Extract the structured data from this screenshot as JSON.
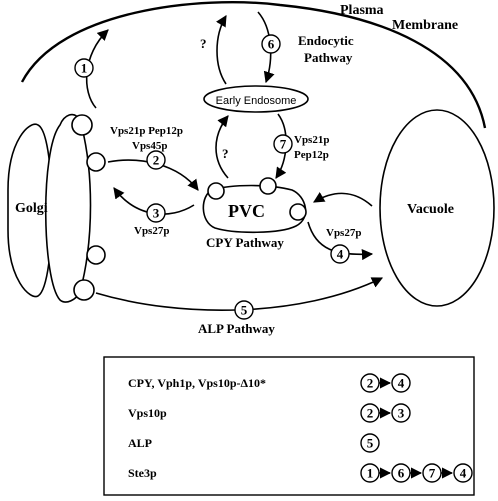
{
  "labels": {
    "plasma": "Plasma",
    "membrane": "Membrane",
    "endocytic": "Endocytic",
    "pathway": "Pathway",
    "early_endosome": "Early Endosome",
    "golgi": "Golgi",
    "pvc": "PVC",
    "cpy_pathway": "CPY Pathway",
    "vacuole": "Vacuole",
    "alp_pathway": "ALP Pathway",
    "vps21_pep12": "Vps21p Pep12p",
    "vps45": "Vps45p",
    "vps27_golgi": "Vps27p",
    "vps21_pvc": "Vps21p",
    "pep12_pvc": "Pep12p",
    "vps27_vac": "Vps27p",
    "q1": "?",
    "q2": "?"
  },
  "steps": {
    "s1": "1",
    "s2": "2",
    "s3": "3",
    "s4": "4",
    "s5": "5",
    "s6": "6",
    "s7": "7"
  },
  "legend": {
    "rows": [
      {
        "label": "CPY, Vph1p, Vps10p-Δ10*",
        "steps": [
          "2",
          "4"
        ]
      },
      {
        "label": "Vps10p",
        "steps": [
          "2",
          "3"
        ]
      },
      {
        "label": "ALP",
        "steps": [
          "5"
        ]
      },
      {
        "label": "Ste3p",
        "steps": [
          "1",
          "6",
          "7",
          "4"
        ]
      }
    ]
  }
}
